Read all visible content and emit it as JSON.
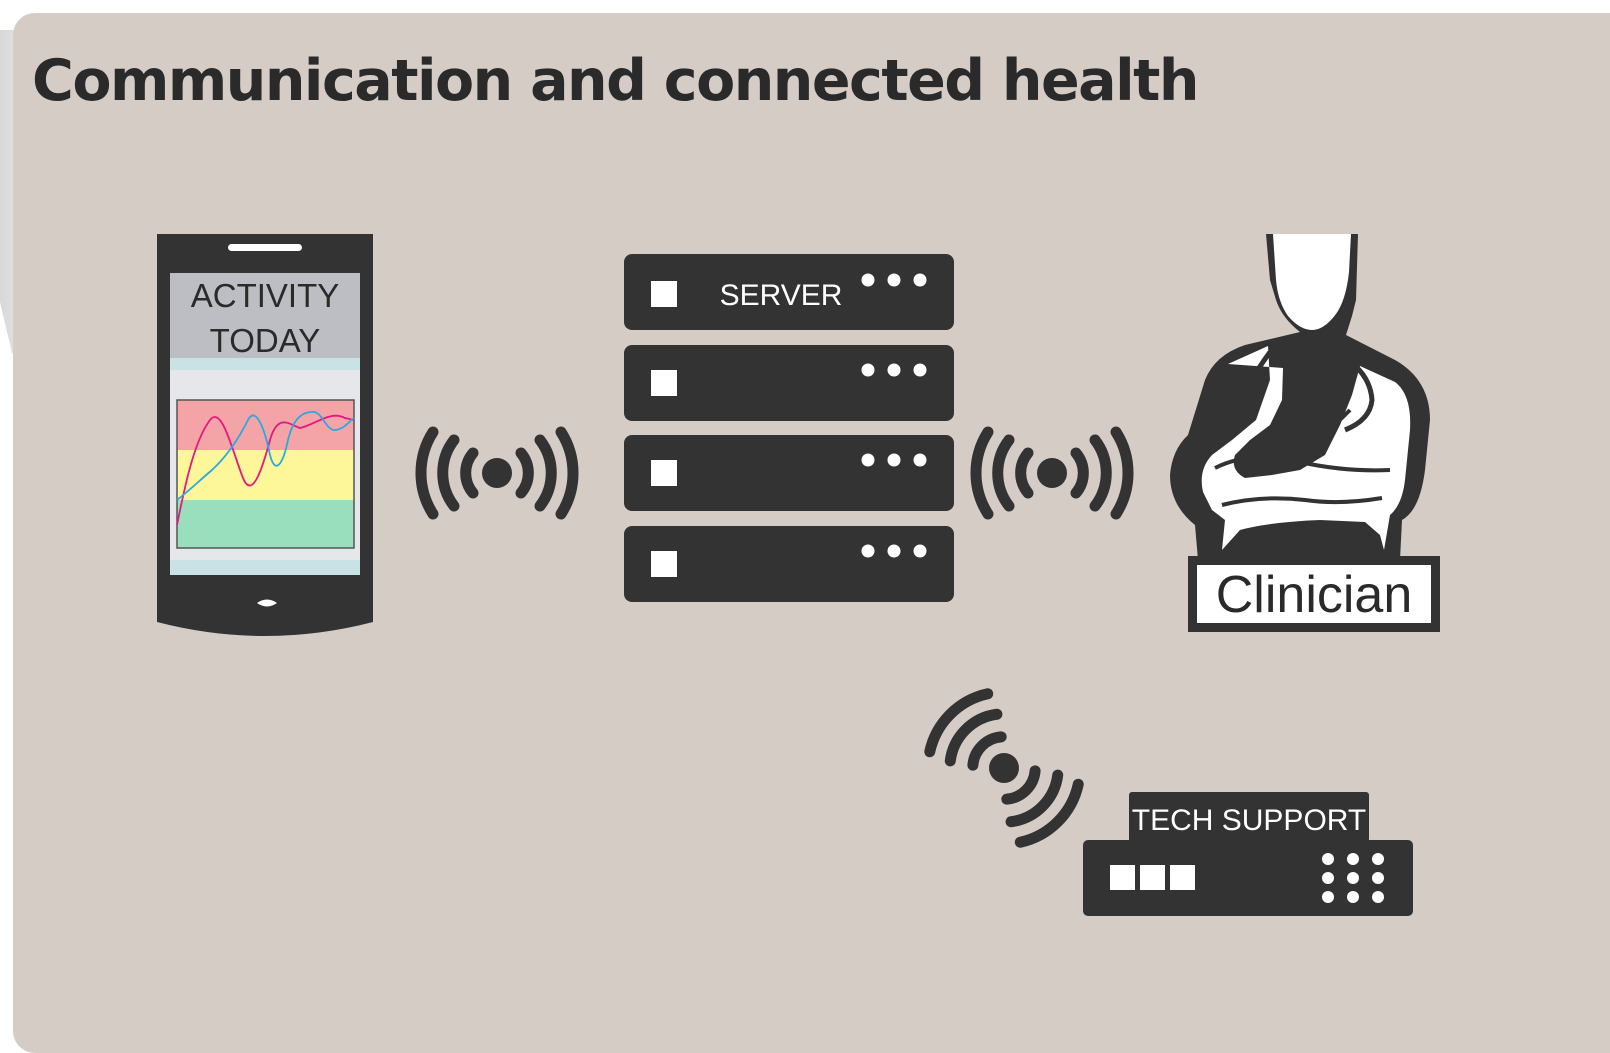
{
  "title": "Communication and connected health",
  "phone": {
    "screen_heading_line1": "ACTIVITY",
    "screen_heading_line2": "TODAY"
  },
  "server": {
    "label": "SERVER",
    "unit_count": 4
  },
  "clinician": {
    "label": "Clinician"
  },
  "tech_support": {
    "label": "TECH SUPPORT"
  },
  "colors": {
    "background": "#d6ccc6",
    "device": "#333333",
    "zone_red": "#f4a3a6",
    "zone_yellow": "#fdf79a",
    "zone_green": "#9adfbd",
    "line_pink": "#e21a7f",
    "line_blue": "#2aa9e0"
  },
  "icons": [
    "smartphone-icon",
    "wireless-signal-icon",
    "server-rack-icon",
    "clinician-icon",
    "router-icon"
  ]
}
